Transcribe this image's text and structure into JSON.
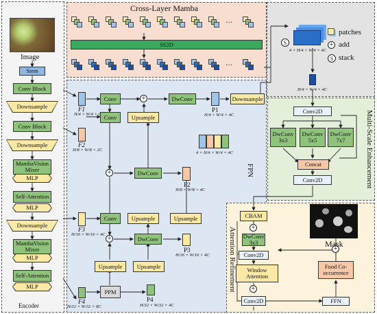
{
  "panels": {
    "cross_layer_mamba": "Cross-Layer Mamba",
    "fpn": "FPN",
    "multi_scale": "Multi-Scale Enhancement",
    "attention_refinement": "Attention Refinement"
  },
  "encoder": {
    "image_label": "Image",
    "stem": "Stem",
    "conv_block_1": "Conv Block",
    "downsample_1": "Downsample",
    "conv_block_2": "Conv Block",
    "downsample_2": "Downsample",
    "mambavision_1": "MambaVision Mixer",
    "mlp_1": "MLP",
    "self_attention_1": "Self-Attention",
    "mlp_2": "MLP",
    "downsample_3": "Downsample",
    "mambavision_2": "MambaVision Mixer",
    "mlp_3": "MLP",
    "self_attention_2": "Self-Attention",
    "mlp_4": "MLP",
    "footer": "Encoder"
  },
  "mamba": {
    "ss2d": "SS2D",
    "dots": "···",
    "legend_patches": "patches",
    "legend_add": "add",
    "legend_stack": "stack",
    "stack_symbol": "S",
    "add_symbol": "+",
    "big_cube_dim": "4 × H/4 × W/4 × 4C",
    "small_cube_dim": "H/4 × W/4 × 4C"
  },
  "fpn": {
    "f1": "F1",
    "f1_dim": "H/4 × W/4 × C",
    "f2": "F2",
    "f2_dim": "H/8 × W/8 × 2C",
    "f3": "F3",
    "f3_dim": "H/16 × W/16 × 4C",
    "f4": "F4",
    "f4_dim": "H/32 × W/32 × 8C",
    "p1": "P1",
    "p1_dim": "H/4 × W/4 × 4C",
    "p2": "P2",
    "p2_dim": "H/8 × W/8 × 4C",
    "p3": "P3",
    "p3_dim": "H/16 × W/16 × 4C",
    "p4": "P4",
    "p4_dim": "H/32 × W/32 × 4C",
    "stack_dim": "4 × H/4 × W/4 × 4C",
    "conv": "Conv",
    "dwconv": "DwConv",
    "upsample": "Upsample",
    "downsample": "Downsample",
    "ppm": "PPM"
  },
  "mse": {
    "conv2d_top": "Conv2D",
    "dw3": "DwConv 3x3",
    "dw5": "DwConv 5x5",
    "dw7": "DwConv 7x7",
    "concat": "Concat",
    "conv2d_bottom": "Conv2D"
  },
  "ar": {
    "cbam": "CBAM",
    "dwconv": "DwConv 3x3",
    "conv2d_1": "Conv2D",
    "window_attention": "Window Attention",
    "conv2d_2": "Conv2D",
    "food": "Food Co-occurrence",
    "ffn": "FFN",
    "mask": "Mask"
  }
}
